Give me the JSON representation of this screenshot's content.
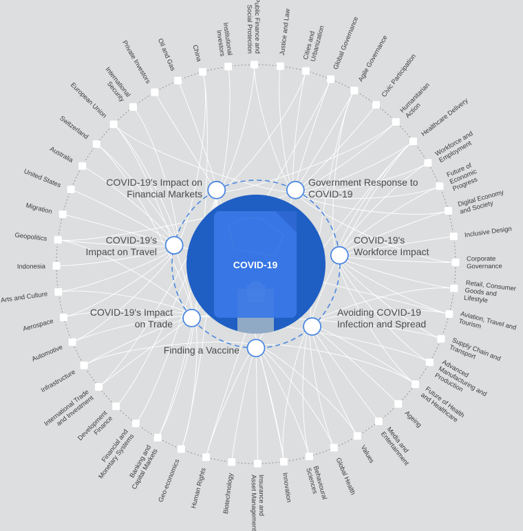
{
  "center": {
    "label": "COVID-19",
    "circle_color": "#1f5fc4",
    "card_color": "#3a78e6"
  },
  "inner_nodes": [
    {
      "id": "impact-financial-markets",
      "lines": [
        "COVID-19's Impact on",
        "Financial Markets"
      ]
    },
    {
      "id": "government-response",
      "lines": [
        "Government Response to",
        "COVID-19"
      ]
    },
    {
      "id": "workforce-impact",
      "lines": [
        "COVID-19's",
        "Workforce Impact"
      ]
    },
    {
      "id": "avoiding-infection",
      "lines": [
        "Avoiding COVID-19",
        "Infection and Spread"
      ]
    },
    {
      "id": "finding-vaccine",
      "lines": [
        "Finding a Vaccine"
      ]
    },
    {
      "id": "impact-trade",
      "lines": [
        "COVID-19's Impact",
        "on Trade"
      ]
    },
    {
      "id": "impact-travel",
      "lines": [
        "COVID-19's",
        "Impact on Travel"
      ]
    }
  ],
  "outer_nodes": [
    {
      "lines": [
        "Justice and Law"
      ]
    },
    {
      "lines": [
        "Cities and",
        "Urbanization"
      ]
    },
    {
      "lines": [
        "Global Governance"
      ]
    },
    {
      "lines": [
        "Agile Governance"
      ]
    },
    {
      "lines": [
        "Civic Participation"
      ]
    },
    {
      "lines": [
        "Humanitarian",
        "Action"
      ]
    },
    {
      "lines": [
        "Healthcare Delivery"
      ]
    },
    {
      "lines": [
        "Workforce and",
        "Employment"
      ]
    },
    {
      "lines": [
        "Future of",
        "Economic",
        "Progress"
      ]
    },
    {
      "lines": [
        "Digital Economy",
        "and Society"
      ]
    },
    {
      "lines": [
        "Inclusive Design"
      ]
    },
    {
      "lines": [
        "Corporate",
        "Governance"
      ]
    },
    {
      "lines": [
        "Retail, Consumer",
        "Goods and",
        "Lifestyle"
      ]
    },
    {
      "lines": [
        "Aviation, Travel and",
        "Tourism"
      ]
    },
    {
      "lines": [
        "Supply Chain and",
        "Transport"
      ]
    },
    {
      "lines": [
        "Advanced",
        "Manufacturing and",
        "Production"
      ]
    },
    {
      "lines": [
        "Future of Health",
        "and Healthcare"
      ]
    },
    {
      "lines": [
        "Ageing"
      ]
    },
    {
      "lines": [
        "Media and",
        "Entertainment"
      ]
    },
    {
      "lines": [
        "Values"
      ]
    },
    {
      "lines": [
        "Global Health"
      ]
    },
    {
      "lines": [
        "Behavioural",
        "Sciences"
      ]
    },
    {
      "lines": [
        "Innovation"
      ]
    },
    {
      "lines": [
        "Insurance and",
        "Asset Management"
      ]
    },
    {
      "lines": [
        "Biotechnology"
      ]
    },
    {
      "lines": [
        "Human Rights"
      ]
    },
    {
      "lines": [
        "Geo-economics"
      ]
    },
    {
      "lines": [
        "Banking and",
        "Capital Markets"
      ]
    },
    {
      "lines": [
        "Financial and",
        "Monetary Systems"
      ]
    },
    {
      "lines": [
        "Development",
        "Finance"
      ]
    },
    {
      "lines": [
        "International Trade",
        "and Investment"
      ]
    },
    {
      "lines": [
        "Infrastructure"
      ]
    },
    {
      "lines": [
        "Automotive"
      ]
    },
    {
      "lines": [
        "Aerospace"
      ]
    },
    {
      "lines": [
        "Arts and Culture"
      ]
    },
    {
      "lines": [
        "Indonesia"
      ]
    },
    {
      "lines": [
        "Geopolitics"
      ]
    },
    {
      "lines": [
        "Migration"
      ]
    },
    {
      "lines": [
        "United States"
      ]
    },
    {
      "lines": [
        "Australia"
      ]
    },
    {
      "lines": [
        "Switzerland"
      ]
    },
    {
      "lines": [
        "European Union"
      ]
    },
    {
      "lines": [
        "International",
        "Security"
      ]
    },
    {
      "lines": [
        "Private Investors"
      ]
    },
    {
      "lines": [
        "Oil and Gas"
      ]
    },
    {
      "lines": [
        "China"
      ]
    },
    {
      "lines": [
        "Institutional",
        "Investors"
      ]
    },
    {
      "lines": [
        "Public Finance and",
        "Social Protection"
      ]
    }
  ],
  "links": [
    [
      0,
      1
    ],
    [
      0,
      5
    ],
    [
      0,
      26
    ],
    [
      0,
      27
    ],
    [
      0,
      28
    ],
    [
      0,
      29
    ],
    [
      0,
      30
    ],
    [
      0,
      43
    ],
    [
      0,
      44
    ],
    [
      0,
      46
    ],
    [
      0,
      47
    ],
    [
      0,
      22
    ],
    [
      1,
      0
    ],
    [
      1,
      1
    ],
    [
      1,
      2
    ],
    [
      1,
      3
    ],
    [
      1,
      4
    ],
    [
      1,
      5
    ],
    [
      1,
      6
    ],
    [
      1,
      7
    ],
    [
      1,
      8
    ],
    [
      1,
      9
    ],
    [
      1,
      11
    ],
    [
      1,
      41
    ],
    [
      1,
      47
    ],
    [
      1,
      36
    ],
    [
      1,
      25
    ],
    [
      2,
      7
    ],
    [
      2,
      8
    ],
    [
      2,
      9
    ],
    [
      2,
      10
    ],
    [
      2,
      11
    ],
    [
      2,
      12
    ],
    [
      2,
      13
    ],
    [
      2,
      14
    ],
    [
      2,
      15
    ],
    [
      2,
      16
    ],
    [
      2,
      3
    ],
    [
      2,
      6
    ],
    [
      3,
      6
    ],
    [
      3,
      16
    ],
    [
      3,
      17
    ],
    [
      3,
      18
    ],
    [
      3,
      19
    ],
    [
      3,
      20
    ],
    [
      3,
      21
    ],
    [
      3,
      22
    ],
    [
      3,
      12
    ],
    [
      3,
      13
    ],
    [
      3,
      3
    ],
    [
      4,
      20
    ],
    [
      4,
      21
    ],
    [
      4,
      22
    ],
    [
      4,
      23
    ],
    [
      4,
      24
    ],
    [
      4,
      25
    ],
    [
      4,
      6
    ],
    [
      4,
      16
    ],
    [
      4,
      19
    ],
    [
      4,
      31
    ],
    [
      5,
      14
    ],
    [
      5,
      15
    ],
    [
      5,
      26
    ],
    [
      5,
      27
    ],
    [
      5,
      30
    ],
    [
      5,
      31
    ],
    [
      5,
      32
    ],
    [
      5,
      33
    ],
    [
      5,
      34
    ],
    [
      5,
      36
    ],
    [
      5,
      40
    ],
    [
      5,
      41
    ],
    [
      5,
      45
    ],
    [
      5,
      2
    ],
    [
      6,
      13
    ],
    [
      6,
      32
    ],
    [
      6,
      33
    ],
    [
      6,
      34
    ],
    [
      6,
      35
    ],
    [
      6,
      36
    ],
    [
      6,
      37
    ],
    [
      6,
      38
    ],
    [
      6,
      39
    ],
    [
      6,
      40
    ],
    [
      6,
      41
    ],
    [
      6,
      42
    ],
    [
      6,
      45
    ]
  ]
}
